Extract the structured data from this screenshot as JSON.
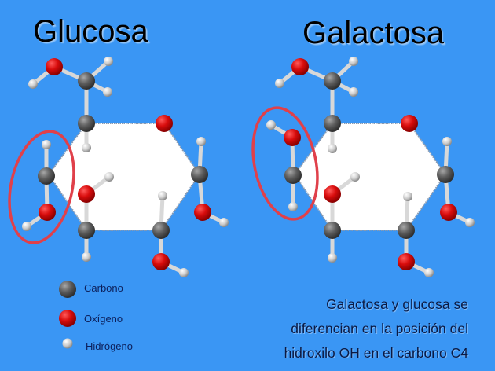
{
  "titles": {
    "left": "Glucosa",
    "right": "Galactosa"
  },
  "legend": {
    "items": [
      {
        "label": "Carbono",
        "atom": "carbon",
        "color": "#555555"
      },
      {
        "label": "Oxígeno",
        "atom": "oxygen",
        "color": "#d40a0a"
      },
      {
        "label": "Hidrógeno",
        "atom": "hydrogen",
        "color": "#c8c8c8"
      }
    ]
  },
  "caption": {
    "lines": [
      "Galactosa y glucosa se",
      "diferencian en la posición del",
      "hidroxilo OH en el carbono C4"
    ]
  },
  "colors": {
    "background": "#3a96f4",
    "highlight_ellipse": "#e0404a",
    "ring_fill": "#ffffff"
  }
}
